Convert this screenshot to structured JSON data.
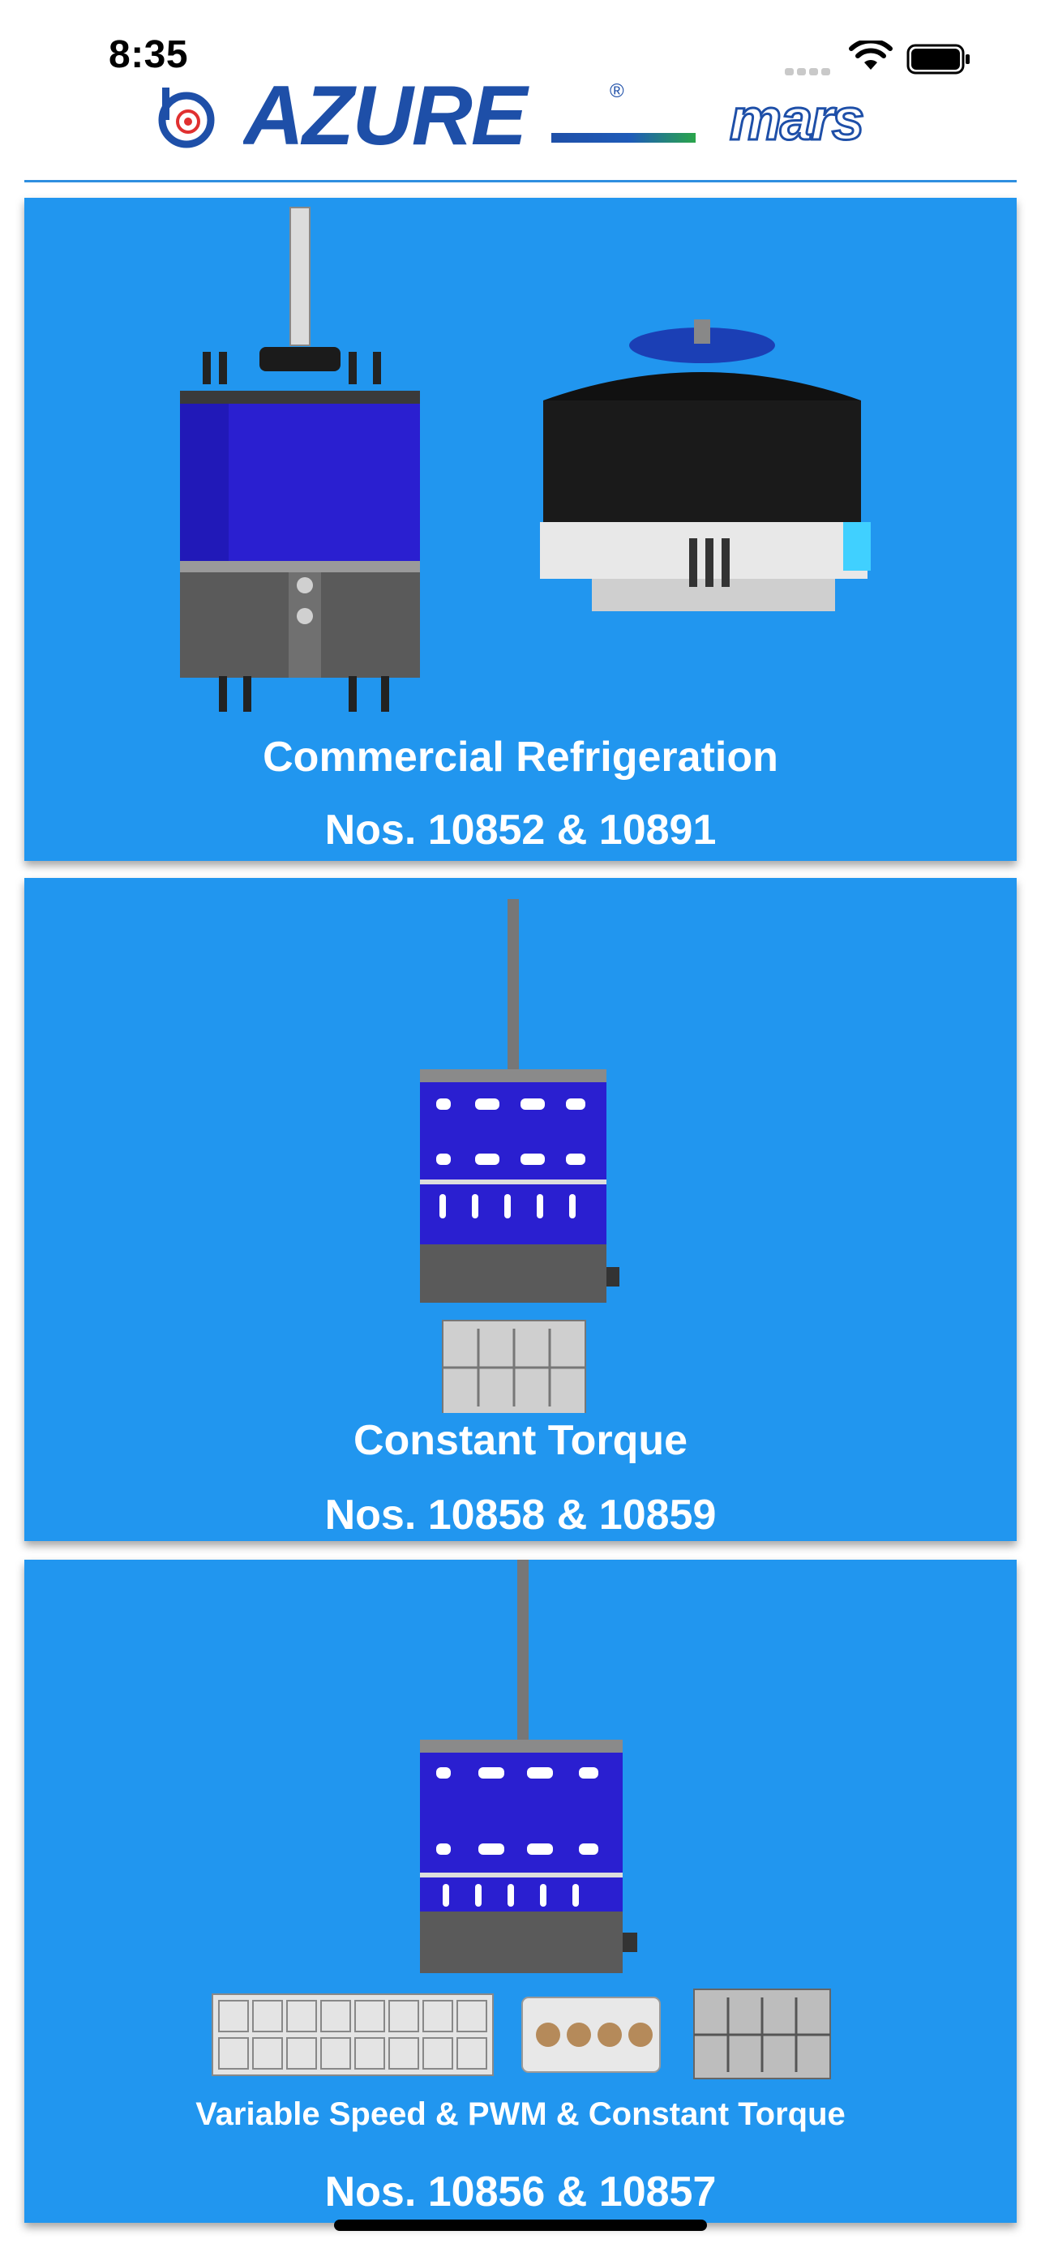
{
  "status_bar": {
    "time": "8:35"
  },
  "header": {
    "brand_name": "AZURE",
    "brand_mark": "®",
    "partner_name": "mars"
  },
  "cards": [
    {
      "title": "Commercial Refrigeration",
      "numbers": "Nos. 10852 & 10891"
    },
    {
      "title": "Constant Torque",
      "numbers": "Nos. 10858 & 10859"
    },
    {
      "title": "Variable Speed & PWM & Constant Torque",
      "numbers": "Nos. 10856 & 10857"
    }
  ],
  "colors": {
    "card_background": "#2196ef",
    "motor_blue": "#2a1fd0",
    "accent_blue": "#1e5bb8",
    "accent_green": "#2aa54a"
  }
}
